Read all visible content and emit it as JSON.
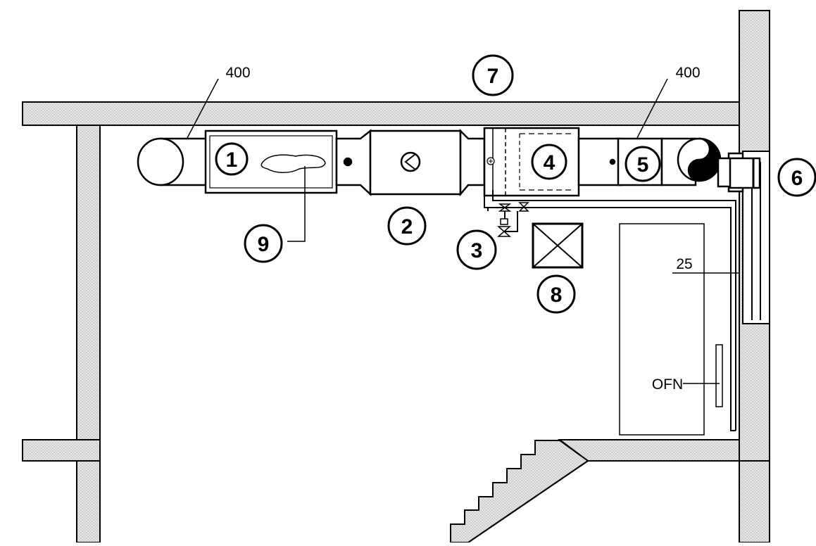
{
  "labels": {
    "component_1": "1",
    "component_2": "2",
    "component_3": "3",
    "component_4": "4",
    "component_5": "5",
    "component_6": "6",
    "component_7": "7",
    "component_8": "8",
    "component_9": "9",
    "dim_400_left": "400",
    "dim_400_right": "400",
    "dim_25": "25",
    "ofn": "OFN"
  },
  "colors": {
    "wall_fill": "#d2d2d2",
    "line": "#000000",
    "background": "#ffffff"
  }
}
